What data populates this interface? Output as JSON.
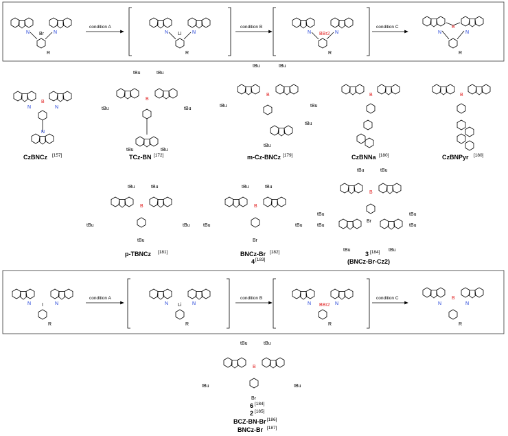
{
  "scheme1": {
    "conditions": [
      "condition A",
      "condition B",
      "condition C"
    ],
    "intermediates": [
      {
        "atoms": [
          "Br",
          "R"
        ]
      },
      {
        "atoms": [
          "Li",
          "R"
        ]
      },
      {
        "atoms": [
          "BBr2",
          "R"
        ]
      },
      {
        "atoms": [
          "B",
          "R"
        ]
      }
    ]
  },
  "scheme2": {
    "conditions": [
      "condition A",
      "condition B",
      "condition C"
    ],
    "intermediates": [
      {
        "atoms": [
          "I",
          "R"
        ]
      },
      {
        "atoms": [
          "Li",
          "R"
        ]
      },
      {
        "atoms": [
          "BBr2",
          "R"
        ]
      },
      {
        "atoms": [
          "B",
          "R"
        ]
      }
    ]
  },
  "compounds": [
    {
      "name": "CzBNCz",
      "ref": "[157]"
    },
    {
      "name": "TCz-BN",
      "ref": "[172]"
    },
    {
      "name": "m-Cz-BNCz",
      "ref": "[179]"
    },
    {
      "name": "CzBNNa",
      "ref": "[180]"
    },
    {
      "name": "CzBNPyr",
      "ref": "[180]"
    },
    {
      "name": "p-TBNCz",
      "ref": "[181]"
    },
    {
      "name": "BNCz-Br",
      "ref": "[182]"
    },
    {
      "name": "4",
      "ref": "[183]"
    },
    {
      "name": "3",
      "ref": "[184]"
    },
    {
      "name": "(BNCz-Br-Cz2)",
      "ref": ""
    },
    {
      "name": "6",
      "ref": "[184]"
    },
    {
      "name": "2",
      "ref": "[185]"
    },
    {
      "name": "BCZ-BN-Br",
      "ref": "[186]"
    },
    {
      "name": "BNCz-Br",
      "ref": "[187]"
    }
  ],
  "substituents": {
    "tbu": "tBu",
    "br": "Br",
    "n": "N",
    "b": "B"
  },
  "colors": {
    "nitrogen": "#1f3fd8",
    "boron": "#e02020",
    "bond": "#000000"
  }
}
